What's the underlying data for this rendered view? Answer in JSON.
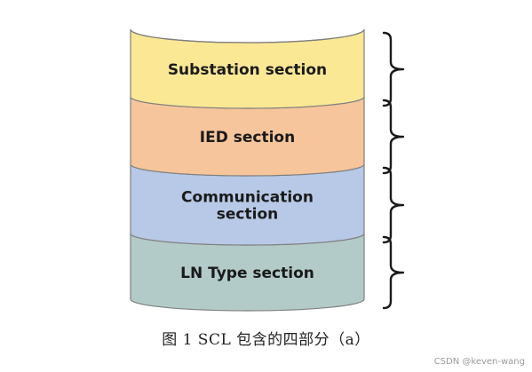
{
  "diagram": {
    "layers": [
      {
        "label_lines": [
          "Substation section"
        ],
        "fill": "#fbe895",
        "stroke": "#7f7f7f"
      },
      {
        "label_lines": [
          "IED section"
        ],
        "fill": "#f7c59b",
        "stroke": "#7f7f7f"
      },
      {
        "label_lines": [
          "Communication",
          "section"
        ],
        "fill": "#b7c9e6",
        "stroke": "#7f7f7f"
      },
      {
        "label_lines": [
          "LN Type section"
        ],
        "fill": "#b3cbc8",
        "stroke": "#7f7f7f"
      }
    ],
    "bracket_color": "#1a1a1a"
  },
  "caption": "图 1   SCL 包含的四部分（a）",
  "watermark": "CSDN @keven-wang"
}
